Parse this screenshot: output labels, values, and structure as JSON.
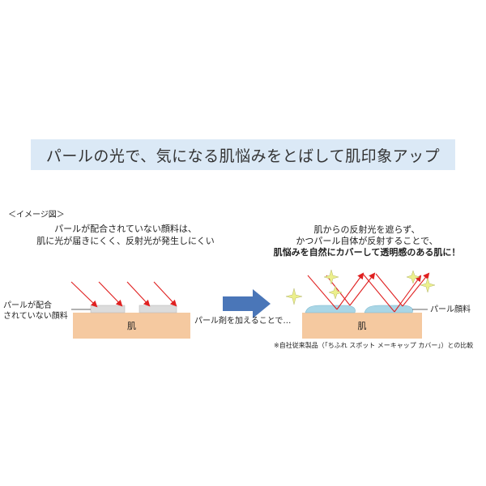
{
  "headline": "パールの光で、気になる肌悩みをとばして肌印象アップ",
  "image_label": "＜イメージ図＞",
  "left_caption_lines": [
    "パールが配合されていない顔料は、",
    "肌に光が届きにくく、反射光が発生しにくい"
  ],
  "left_pigment_label_lines": [
    "パールが配合",
    "されていない顔料"
  ],
  "skin_label": "肌",
  "arrow_caption": "パール剤を加えることで…",
  "right_caption_lines": [
    "肌からの反射光を遮らず、",
    "かつパール自体が反射することで、"
  ],
  "right_emphasis": "肌悩みを自然にカバーして透明感のある肌に！",
  "pearl_pigment_label": "パール顔料",
  "comparison_note": "※自社従来製品（「ちふれ スポット メーキャップ カバー」）との比較",
  "colors": {
    "banner_bg": "#dbe9f6",
    "skin": "#f5c9a0",
    "light_ray": "#e02020",
    "arrow_blue": "#4a76b8",
    "pearl": "#a9d6e6",
    "sparkle": "#ecef8c"
  }
}
